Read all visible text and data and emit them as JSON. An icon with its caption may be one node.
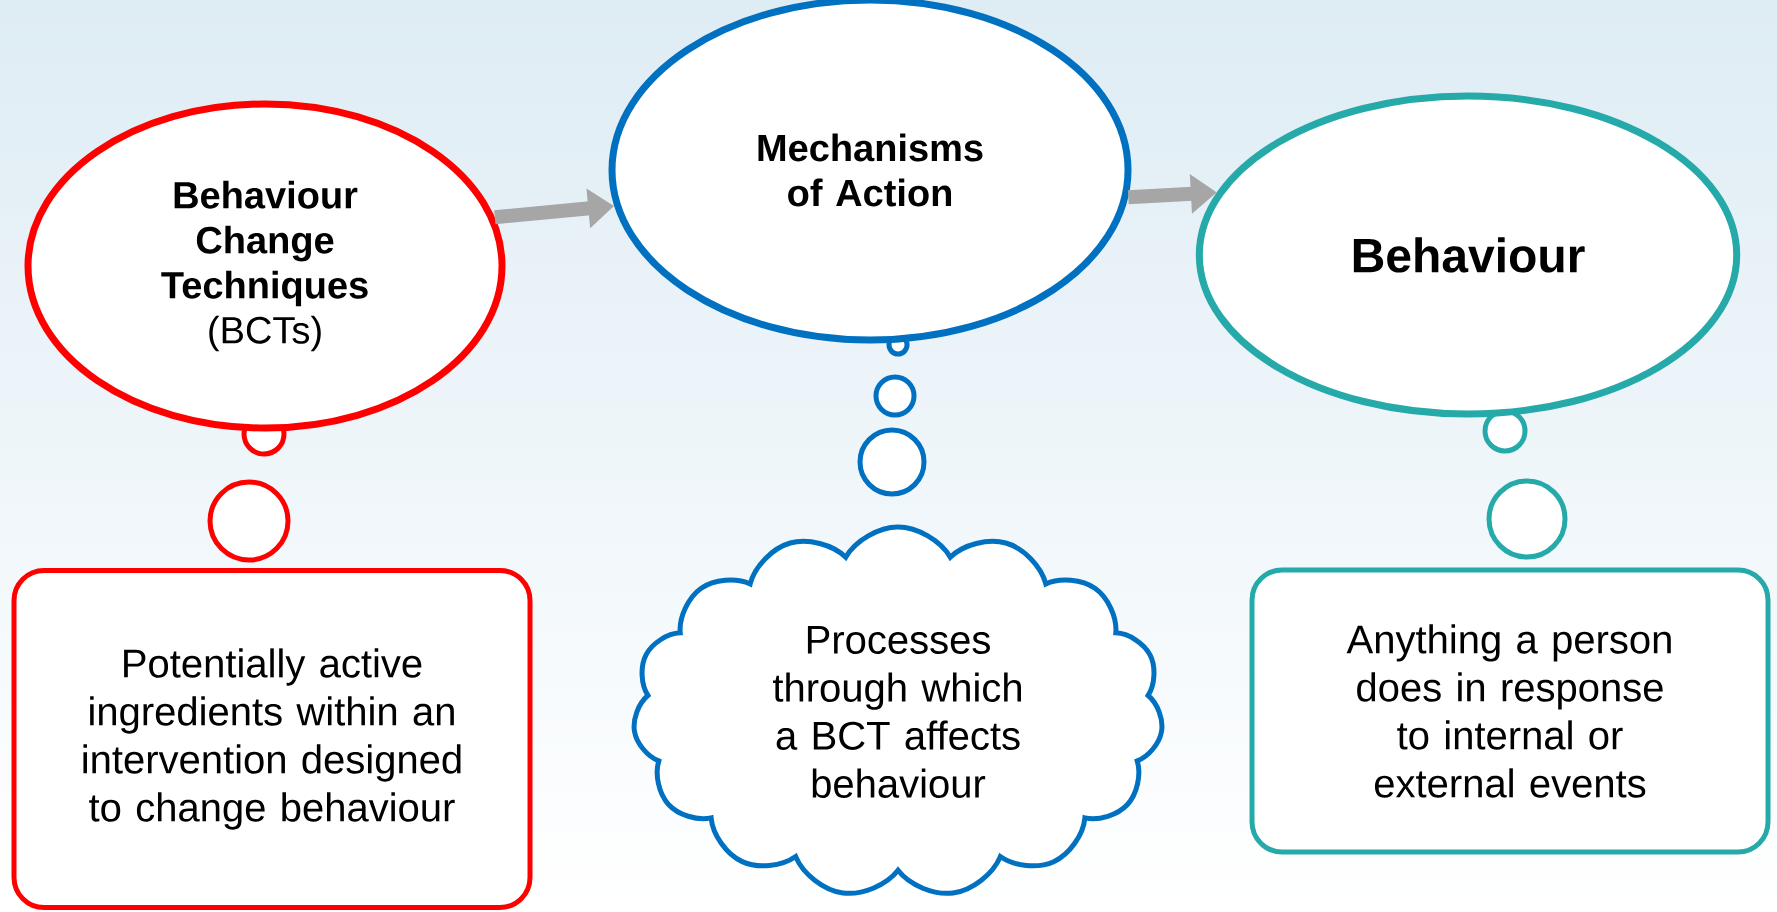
{
  "diagram": {
    "nodes": [
      {
        "text": [
          "Behaviour Change Techniques",
          "(BCTs)"
        ]
      },
      {
        "text": [
          "Mechanisms of Action"
        ]
      },
      {
        "text": [
          "Behaviour"
        ]
      },
      {
        "text": [
          "Potentially active ingredients within an intervention designed to change behaviour"
        ]
      },
      {
        "text": [
          "Processes through which a BCT affects behaviour"
        ]
      },
      {
        "text": [
          "Anything a person does in response to internal or external events"
        ]
      }
    ],
    "edges": [
      {
        "from": 0,
        "to": 1,
        "arrow": "to"
      },
      {
        "from": 1,
        "to": 2,
        "arrow": "to"
      }
    ]
  }
}
